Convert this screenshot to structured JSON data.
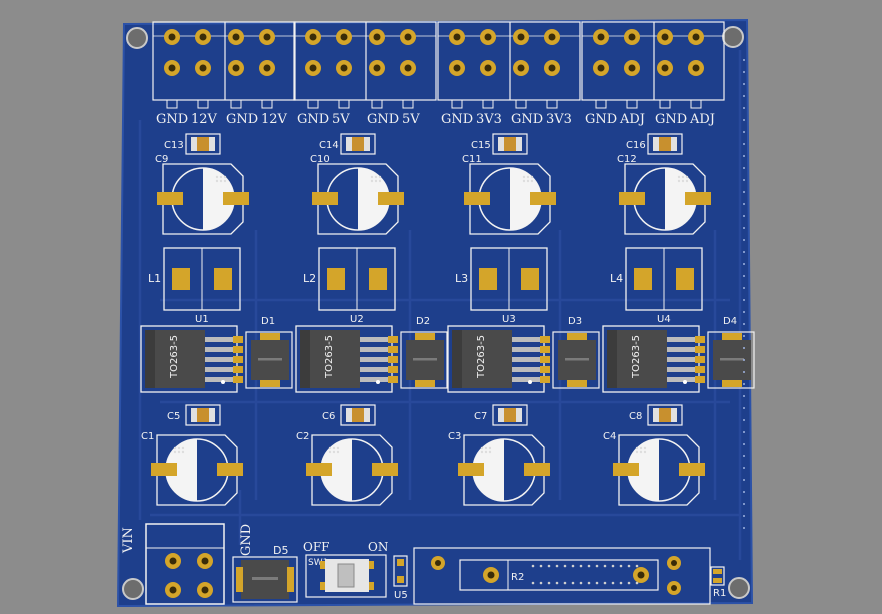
{
  "board": {
    "colors": {
      "background": "#8c8c8c",
      "pcb": "#1e3f8c",
      "silkscreen": "#f2f2f2",
      "pad": "#d4a52a",
      "ic_body": "#4a4a4a"
    }
  },
  "terminals": [
    {
      "gnd": "GND",
      "v": "12V",
      "gnd2": "GND",
      "v2": "12V"
    },
    {
      "gnd": "GND",
      "v": "5V",
      "gnd2": "GND",
      "v2": "5V"
    },
    {
      "gnd": "GND",
      "v": "3V3",
      "gnd2": "GND",
      "v2": "3V3"
    },
    {
      "gnd": "GND",
      "v": "ADJ",
      "gnd2": "GND",
      "v2": "ADJ"
    }
  ],
  "channels": [
    {
      "cap_small_top": "C13",
      "cap_big_top": "C9",
      "inductor": "L1",
      "regulator": "U1",
      "package": "TO263-5",
      "diode": "D1",
      "cap_small_bot": "C5",
      "cap_big_bot": "C1"
    },
    {
      "cap_small_top": "C14",
      "cap_big_top": "C10",
      "inductor": "L2",
      "regulator": "U2",
      "package": "TO263-5",
      "diode": "D2",
      "cap_small_bot": "C6",
      "cap_big_bot": "C2"
    },
    {
      "cap_small_top": "C15",
      "cap_big_top": "C11",
      "inductor": "L3",
      "regulator": "U3",
      "package": "TO263-5",
      "diode": "D3",
      "cap_small_bot": "C7",
      "cap_big_bot": "C3"
    },
    {
      "cap_small_top": "C16",
      "cap_big_top": "C12",
      "inductor": "L4",
      "regulator": "U4",
      "package": "TO263-5",
      "diode": "D4",
      "cap_small_bot": "C8",
      "cap_big_bot": "C4"
    }
  ],
  "bottom": {
    "vin": "VIN",
    "gnd": "GND",
    "d5": "D5",
    "off": "OFF",
    "sw1": "SW1",
    "on": "ON",
    "u5": "U5",
    "r2": "R2",
    "r1": "R1"
  }
}
